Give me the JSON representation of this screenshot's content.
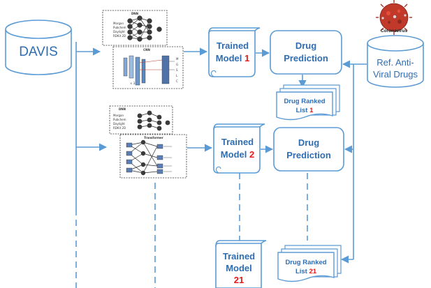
{
  "colors": {
    "stroke": "#5b9bd5",
    "text": "#2f6db3",
    "highlight": "#e8191c",
    "dark": "#222222",
    "virus": "#c0392b"
  },
  "data_source": {
    "label": "DAVIS"
  },
  "reference": {
    "line1": "Ref. Anti-",
    "line2": "Viral Drugs"
  },
  "virus": {
    "caption": "Coronavirus"
  },
  "models": [
    {
      "line1": "Trained",
      "line2_prefix": "Model ",
      "number": "1",
      "nets": {
        "top_title": "DNN",
        "bottom_title": "CNN",
        "fingerprints": [
          "Morgan",
          "Pubchem",
          "Daylight",
          "RDKit 2D"
        ],
        "outputs": [
          "M",
          "G",
          "S",
          "L",
          "C"
        ],
        "repeat": "× 3"
      }
    },
    {
      "line1": "Trained",
      "line2_prefix": "Model ",
      "number": "2",
      "nets": {
        "top_title": "DNN",
        "bottom_title": "Transformer",
        "fingerprints": [
          "Morgan",
          "Pubchem",
          "Daylight",
          "RDKit 2D"
        ]
      }
    },
    {
      "line1": "Trained",
      "line2_prefix": "Model",
      "number": "21"
    }
  ],
  "prediction": {
    "line1": "Drug",
    "line2": "Prediction"
  },
  "ranked": [
    {
      "line1": "Drug Ranked",
      "line2_prefix": "List ",
      "number": "1"
    },
    {
      "line1": "Drug Ranked",
      "line2_prefix": "List ",
      "number": "21"
    }
  ]
}
